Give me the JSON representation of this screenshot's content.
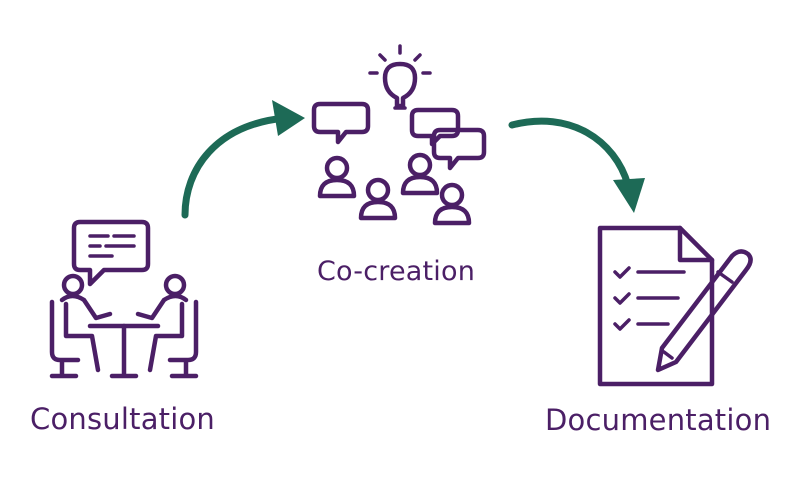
{
  "diagram": {
    "steps": [
      {
        "id": "consultation",
        "label": "Consultation",
        "icon": "meeting-icon"
      },
      {
        "id": "co-creation",
        "label": "Co-creation",
        "icon": "group-brainstorm-icon"
      },
      {
        "id": "documentation",
        "label": "Documentation",
        "icon": "checklist-document-icon"
      }
    ],
    "arrows": [
      {
        "from": "consultation",
        "to": "co-creation",
        "icon": "curved-arrow-icon"
      },
      {
        "from": "co-creation",
        "to": "documentation",
        "icon": "curved-arrow-icon"
      }
    ]
  },
  "colors": {
    "primary": "#4b1f66",
    "arrow": "#1d6a56",
    "background": "#ffffff"
  }
}
